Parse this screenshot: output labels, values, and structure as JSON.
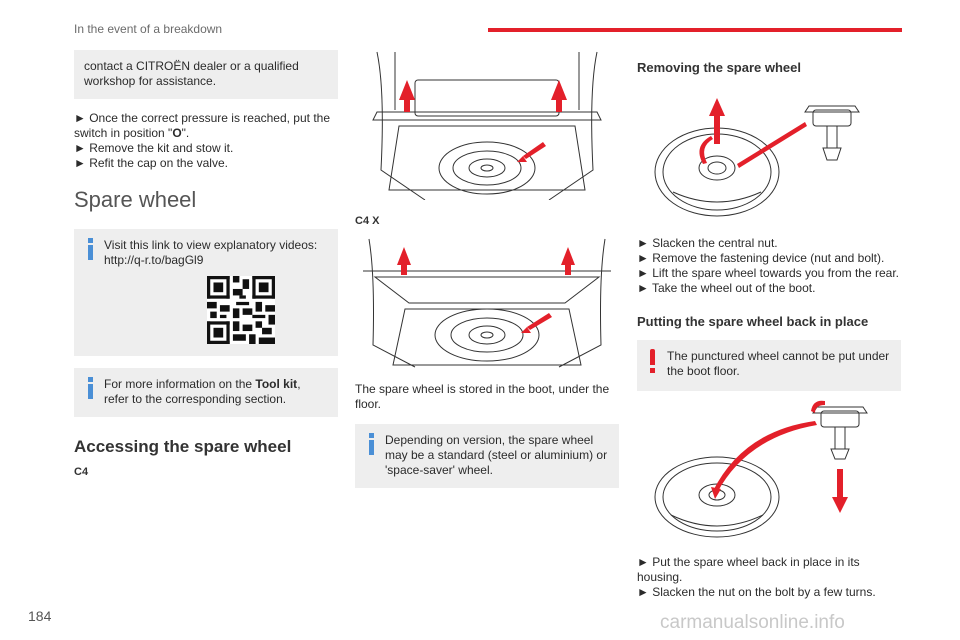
{
  "header": {
    "section": "In the event of a breakdown",
    "accent_color": "#e3202a"
  },
  "page_number": "184",
  "watermark": "carmanualsonline.info",
  "col1": {
    "cont_box": "contact a CITROËN dealer or a qualified workshop for assistance.",
    "steps": [
      {
        "prefix": "► Once the correct pressure is reached, put the switch in position \"",
        "bold": "O",
        "suffix": "\"."
      },
      {
        "text": "► Remove the kit and stow it."
      },
      {
        "text": "► Refit the cap on the valve."
      }
    ],
    "section_title": "Spare wheel",
    "video_box": "Visit this link to view explanatory videos: http://q-r.to/bagGl9",
    "toolkit_box": {
      "prefix": "For more information on the ",
      "bold": "Tool kit",
      "suffix": ", refer to the corresponding section."
    },
    "access_title": "Accessing the spare wheel",
    "model_c4": "C4"
  },
  "col2": {
    "model_c4x": "C4 X",
    "stored_text": "The spare wheel is stored in the boot, under the floor.",
    "version_box": "Depending on version, the spare wheel may be a standard (steel or aluminium) or 'space-saver' wheel."
  },
  "col3": {
    "removing_title": "Removing the spare wheel",
    "remove_steps": [
      "► Slacken the central nut.",
      "► Remove the fastening device (nut and bolt).",
      "► Lift the spare wheel towards you from the rear.",
      "► Take the wheel out of the boot."
    ],
    "putting_title": "Putting the spare wheel back in place",
    "warning_box": "The punctured wheel cannot be put under the boot floor.",
    "put_steps": [
      "► Put the spare wheel back in place in its housing.",
      "► Slacken the nut on the bolt by a few turns."
    ]
  }
}
